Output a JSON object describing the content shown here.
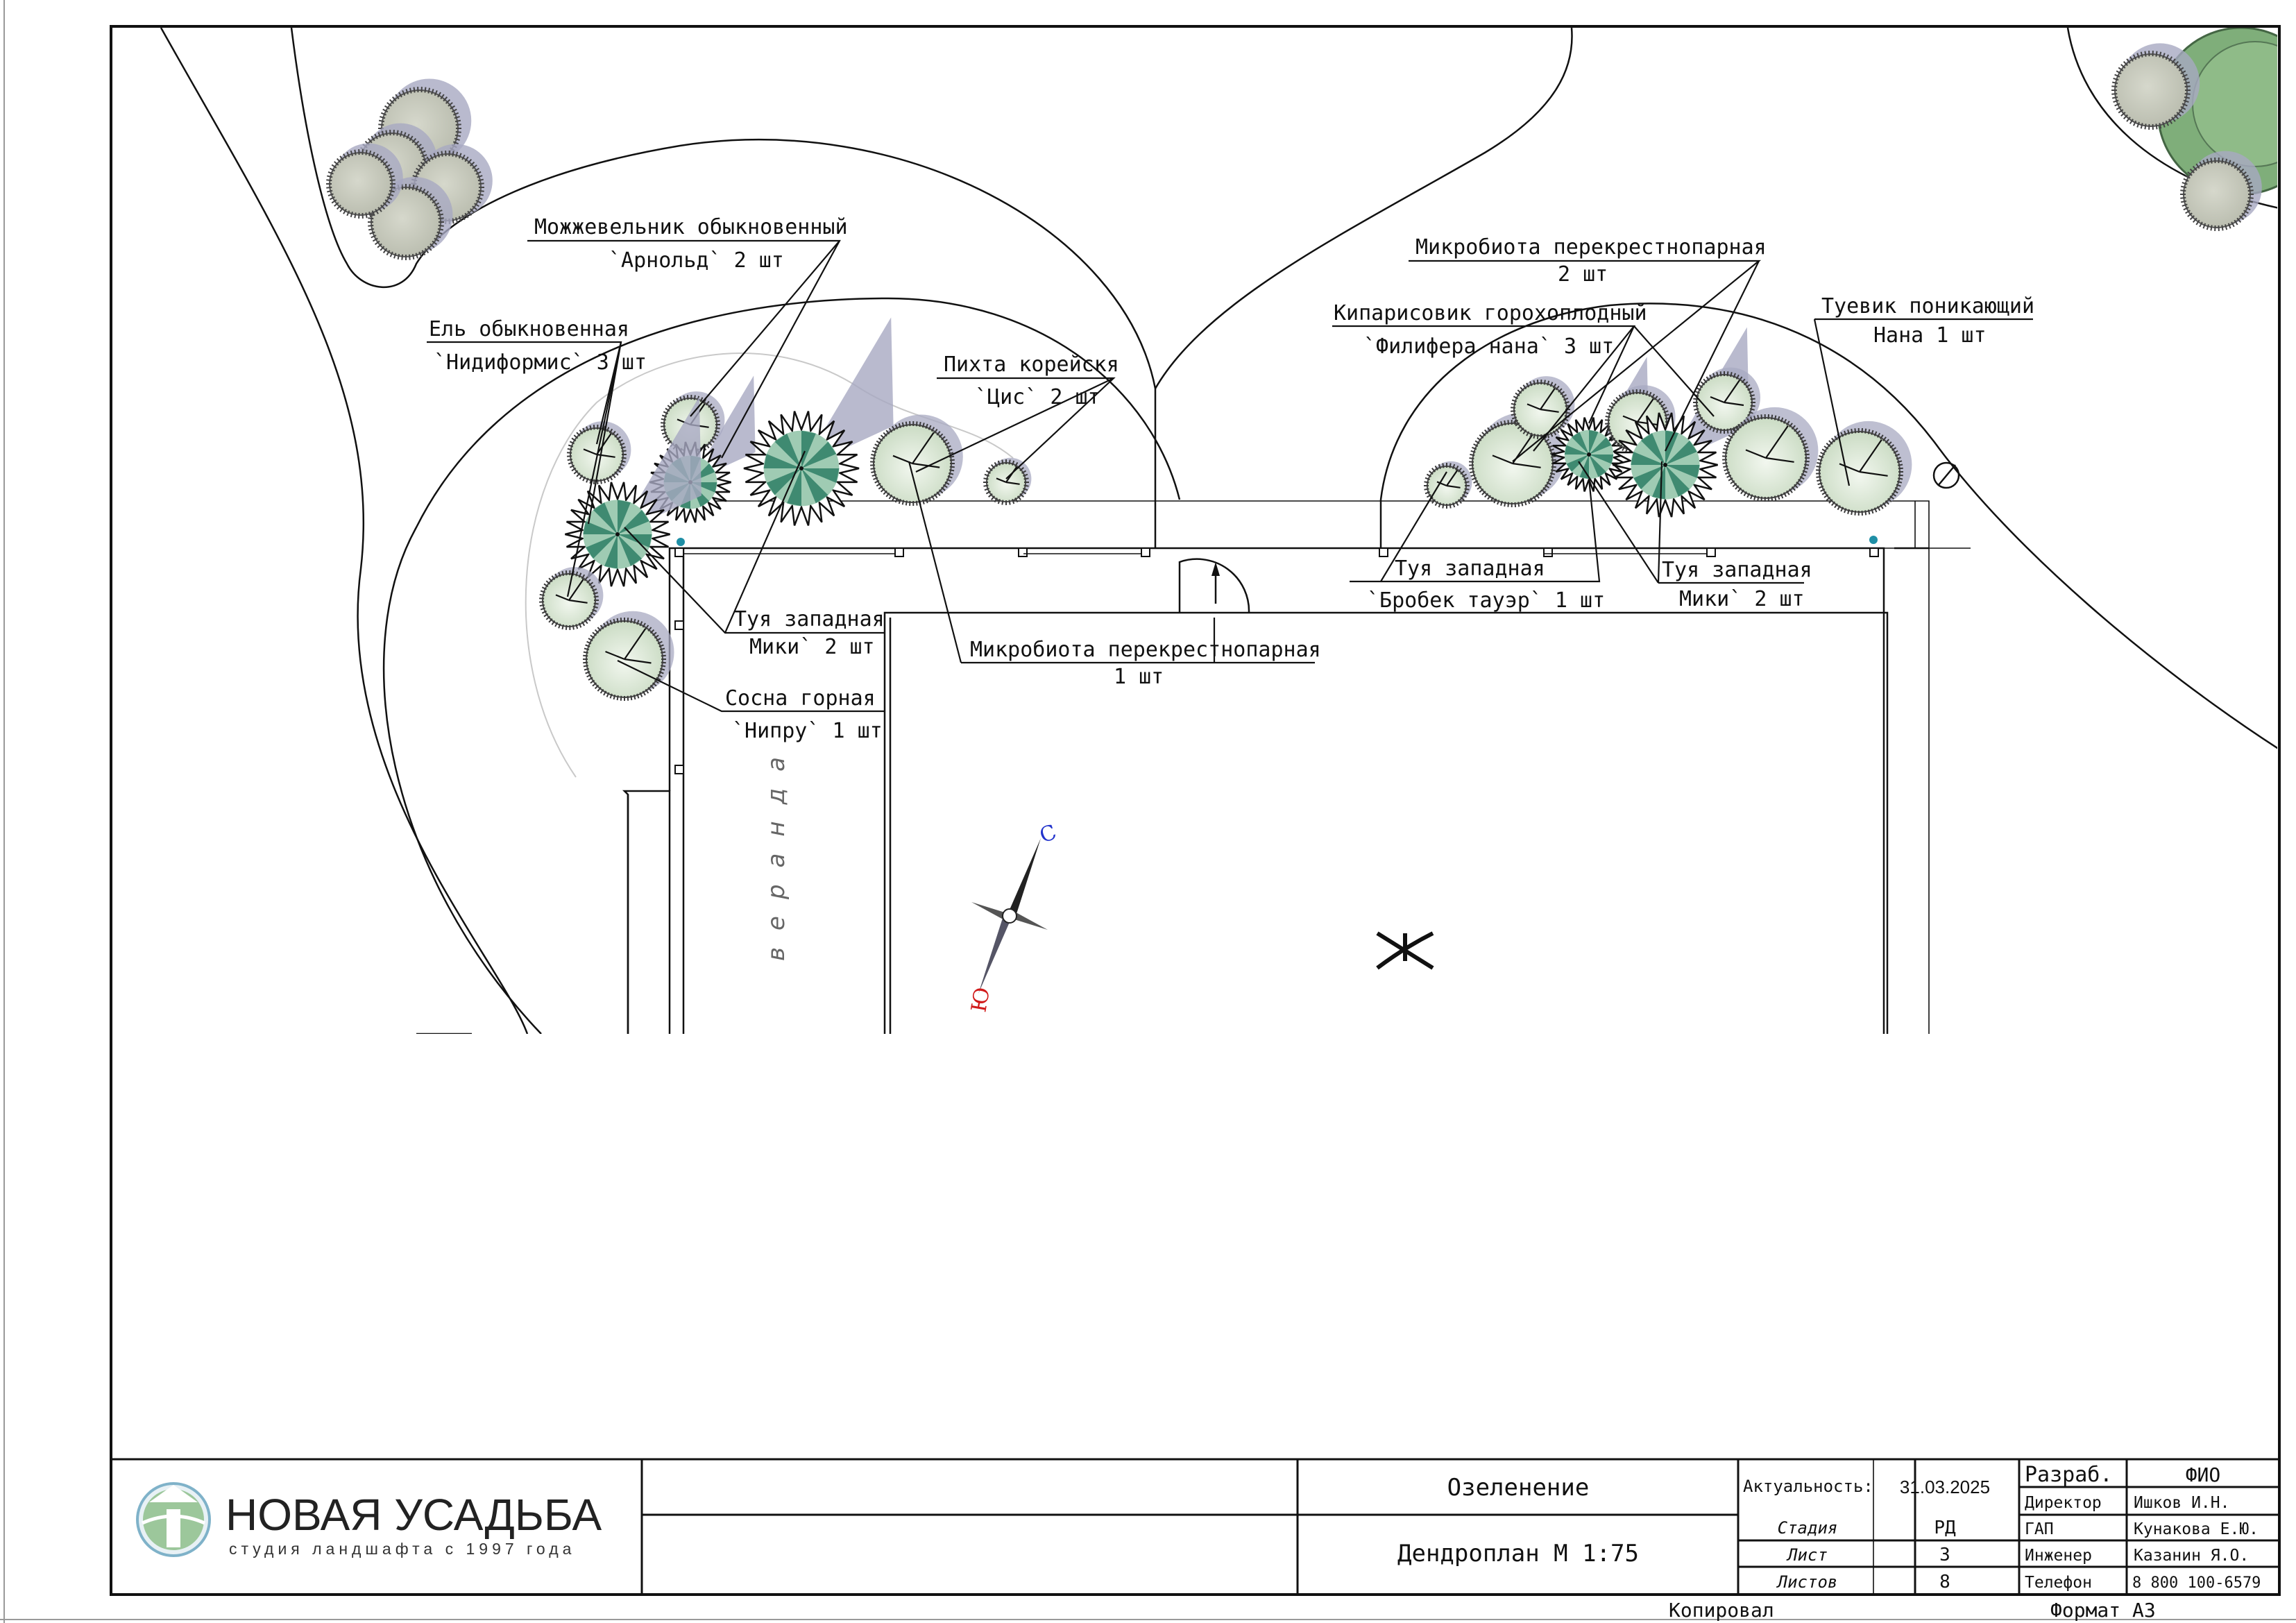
{
  "labels": [
    {
      "id": "mozh",
      "l1": "Можжевельник обыкновенный",
      "l2": "`Арнольд` 2 шт"
    },
    {
      "id": "el",
      "l1": "Ель обыкновенная",
      "l2": "`Нидиформис` 3 шт"
    },
    {
      "id": "pih",
      "l1": "Пихта корейскя",
      "l2": "`Цис` 2 шт"
    },
    {
      "id": "mik2",
      "l1": "Микробиота перекрестнопарная",
      "l2": "2 шт"
    },
    {
      "id": "kip",
      "l1": "Кипарисовик горохоплодный",
      "l2": "`Филифера нана` 3 шт"
    },
    {
      "id": "tuev",
      "l1": "Туевик поникающий",
      "l2": "Нана  1 шт"
    },
    {
      "id": "tuyaL",
      "l1": "Туя западная",
      "l2": "Мики` 2 шт"
    },
    {
      "id": "sosna",
      "l1": "Сосна горная",
      "l2": "`Нипру` 1 шт"
    },
    {
      "id": "mik1",
      "l1": "Микробиота перекрестнопарная",
      "l2": "1 шт"
    },
    {
      "id": "tuyaB",
      "l1": "Туя западная",
      "l2": "`Бробек тауэр` 1 шт"
    },
    {
      "id": "tuyaR",
      "l1": "Туя западная",
      "l2": "Мики` 2 шт"
    }
  ],
  "veranda": "веранда",
  "compass": {
    "north": "С",
    "south": "Ю",
    "north_color": "#2233cc",
    "south_color": "#d11a1a"
  },
  "title_block": {
    "logo_name": "НОВАЯ УСАДЬБА",
    "logo_tagline": "студия ландшафта с 1997 года",
    "section": "Озеленение",
    "drawing_name": "Дендроплан М 1:75",
    "actual_label": "Актуальность:",
    "actual_date": "31.03.2025",
    "stage_label": "Стадия",
    "stage_value": "РД",
    "sheet_label": "Лист",
    "sheet_value": "3",
    "sheets_label": "Листов",
    "sheets_value": "8",
    "roles": [
      {
        "role": "Разраб.",
        "name": "ФИО"
      },
      {
        "role": "Директор",
        "name": "Ишков И.Н."
      },
      {
        "role": "ГАП",
        "name": "Кунакова Е.Ю."
      },
      {
        "role": "Инженер",
        "name": "Казанин Я.О."
      },
      {
        "role": "Телефон",
        "name": "8 800 100-6579"
      }
    ],
    "copied": "Копировал",
    "format": "Формат  А3"
  },
  "colors": {
    "plant_light": "#dbe8d6",
    "plant_shadow": "#a8a9c2",
    "conifer": "#3f8a71",
    "conifer_light": "#9fcbb3"
  }
}
